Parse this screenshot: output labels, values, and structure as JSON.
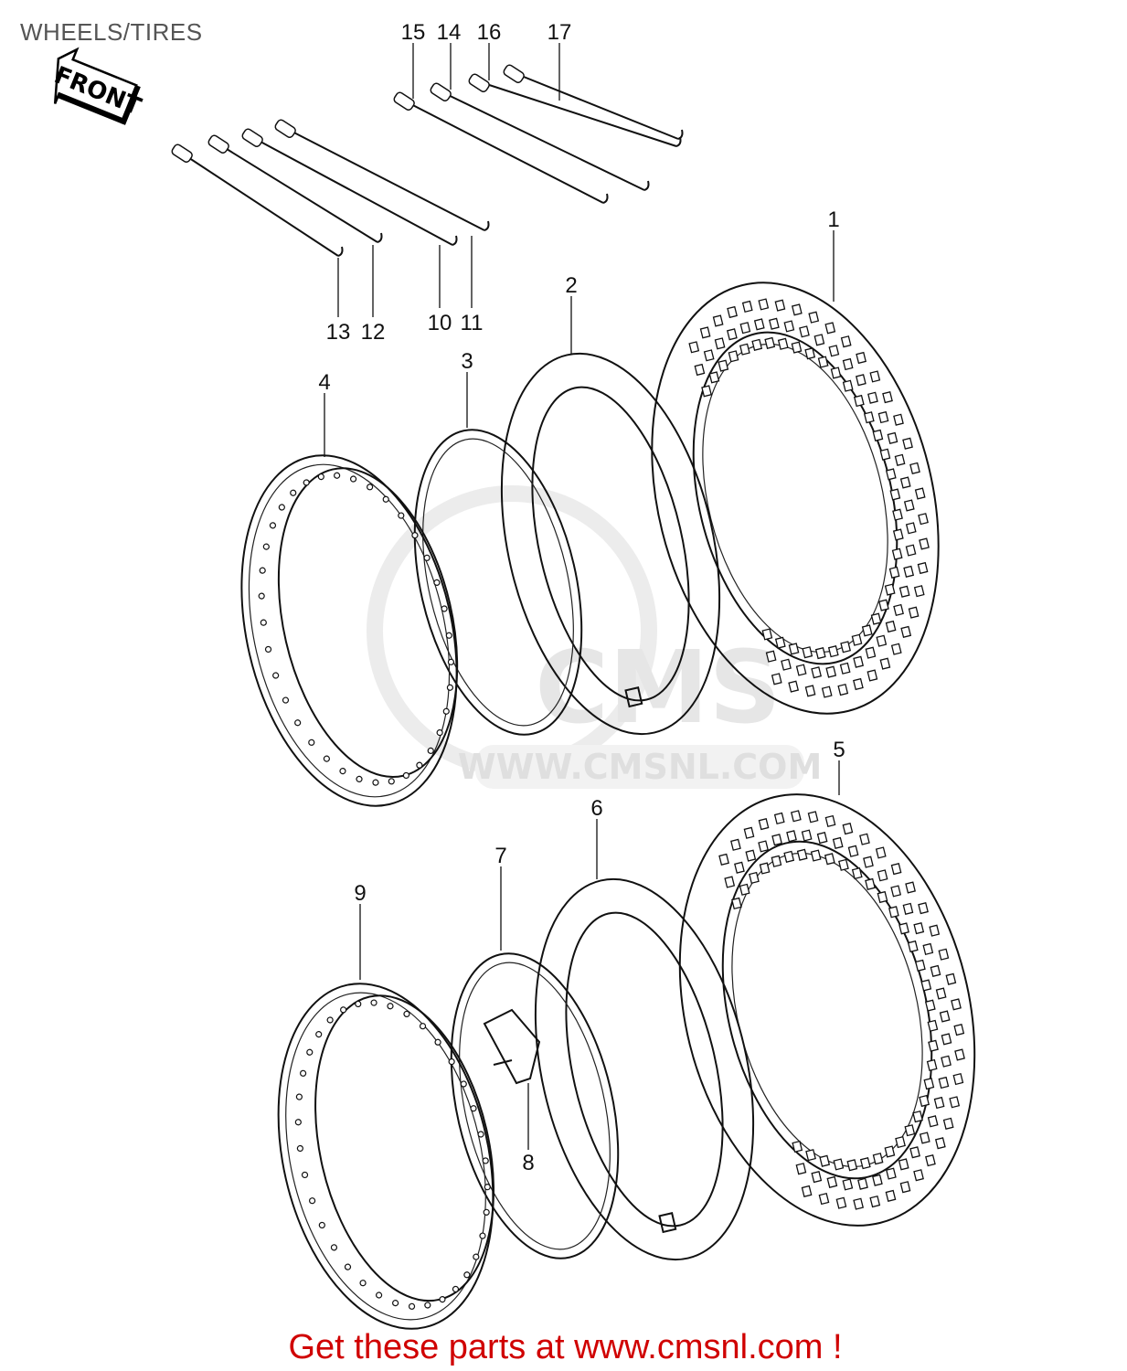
{
  "title": "WHEELS/TIRES",
  "front_arrow_label": "FRONT",
  "watermark": {
    "logo": "CMS",
    "url": "WWW.CMSNL.COM"
  },
  "callouts": [
    "1",
    "2",
    "3",
    "4",
    "5",
    "6",
    "7",
    "8",
    "9",
    "10",
    "11",
    "12",
    "13",
    "14",
    "15",
    "16",
    "17"
  ],
  "footer": "Get these parts at www.cmsnl.com !",
  "colors": {
    "footer": "#d00000",
    "title": "#555555",
    "line_art": "#111111"
  }
}
